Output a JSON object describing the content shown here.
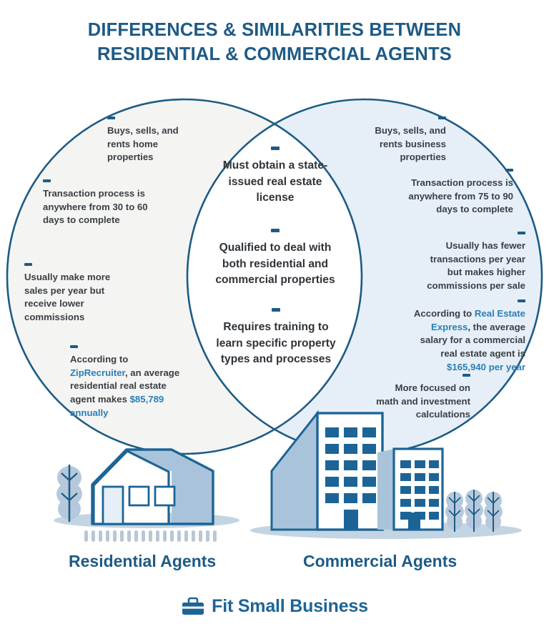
{
  "title": {
    "line1": "DIFFERENCES & SIMILARITIES BETWEEN",
    "line2": "RESIDENTIAL & COMMERCIAL AGENTS",
    "color": "#1d5b85"
  },
  "venn": {
    "left_fill": "#f4f4f3",
    "right_fill": "#e6eff7",
    "overlap_fill": "#ffffff",
    "stroke": "#1d5b85"
  },
  "left_circle": {
    "label": "Residential Agents",
    "items": [
      {
        "text": "Buys, sells, and rents home properties"
      },
      {
        "text": "Transaction process is anywhere from 30 to 60 days to complete"
      },
      {
        "text": "Usually make more sales per year but receive lower commissions"
      },
      {
        "prefix": "According to ",
        "link": "ZipRecruiter",
        "middle": ", an average residential real estate agent makes ",
        "highlight": "$85,789 annually"
      }
    ]
  },
  "shared": {
    "items": [
      {
        "text": "Must obtain a state-issued real estate license"
      },
      {
        "text": "Qualified to deal with both residential and commercial properties"
      },
      {
        "text": "Requires training to learn specific property types and processes"
      }
    ]
  },
  "right_circle": {
    "label": "Commercial Agents",
    "items": [
      {
        "text": "Buys, sells, and rents business properties"
      },
      {
        "text": "Transaction process is anywhere from 75 to 90 days to complete"
      },
      {
        "text": "Usually has fewer transactions per year but makes higher commissions per sale"
      },
      {
        "prefix": "According to ",
        "link": "Real Estate Express",
        "middle": ", the average salary for a commercial real estate agent is ",
        "highlight": "$165,940 per year"
      },
      {
        "text": "More focused on math and investment calculations"
      }
    ]
  },
  "illustration": {
    "house_icon": "house-icon",
    "office_tower_icon": "office-tower-icon",
    "office_small_icon": "office-building-small-icon",
    "tree_icon": "tree-icon",
    "fence_icon": "fence-icon",
    "colors": {
      "outline": "#1d6496",
      "shade": "#a9c4da",
      "window": "#1d6496",
      "shadow": "#b9cddd",
      "tree_foliage": "#b6c9dc",
      "tree_trunk": "#1d5b85",
      "fence": "#b9c7d3"
    }
  },
  "branding": {
    "name": "Fit Small Business",
    "icon": "briefcase-icon",
    "color": "#1d6496"
  }
}
